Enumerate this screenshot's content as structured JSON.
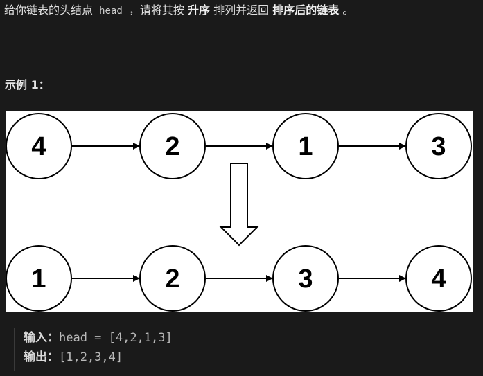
{
  "description": {
    "part1": "给你链表的头结点",
    "code": "head",
    "part2": "，请将其按",
    "bold1": "升序",
    "part3": "排列并返回",
    "bold2": "排序后的链表",
    "part4": "。"
  },
  "example": {
    "title": "示例 1：",
    "input_label": "输入：",
    "input_value": "head = [4,2,1,3]",
    "output_label": "输出：",
    "output_value": "[1,2,3,4]"
  },
  "diagram": {
    "before_nodes": [
      "4",
      "2",
      "1",
      "3"
    ],
    "after_nodes": [
      "1",
      "2",
      "3",
      "4"
    ]
  }
}
